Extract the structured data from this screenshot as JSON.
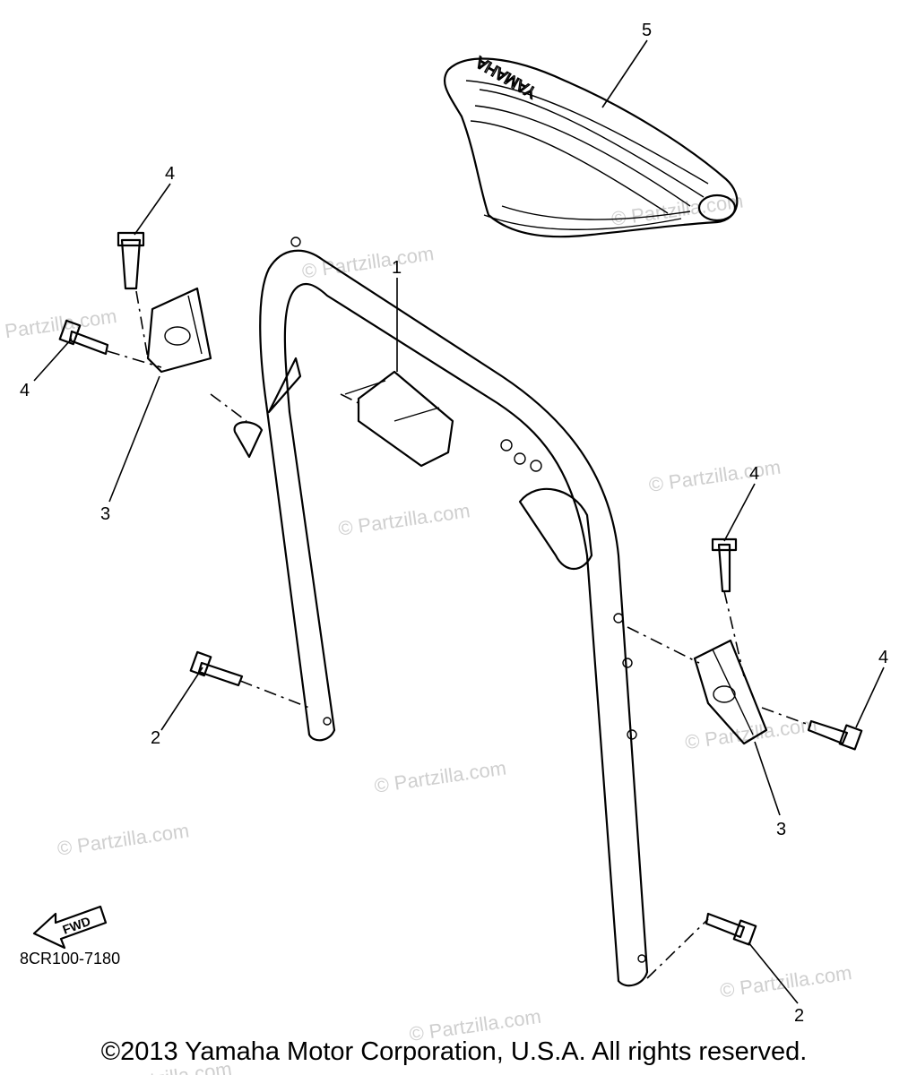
{
  "diagram": {
    "callouts": {
      "c1": "1",
      "c2a": "2",
      "c2b": "2",
      "c3a": "3",
      "c3b": "3",
      "c4a": "4",
      "c4b": "4",
      "c4c": "4",
      "c4d": "4",
      "c5": "5"
    },
    "seat_logo": "YAMAHA",
    "fwd_label": "FWD",
    "diagram_code": "8CR100-7180",
    "watermark": "© Partzilla.com"
  },
  "footer": {
    "copyright": "©2013 Yamaha Motor Corporation, U.S.A. All rights reserved."
  }
}
